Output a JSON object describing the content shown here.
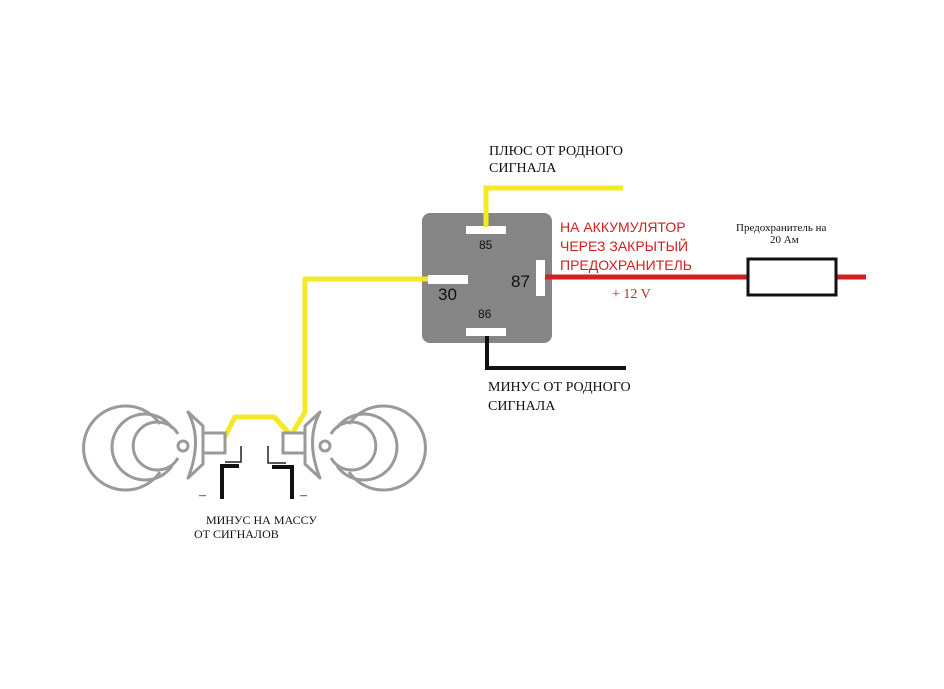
{
  "relay": {
    "pin_85": "85",
    "pin_86": "86",
    "pin_87": "87",
    "pin_30": "30"
  },
  "labels": {
    "plus_line1": "ПЛЮС ОТ РОДНОГО",
    "plus_line2": "СИГНАЛА",
    "battery_line1": "НА АККУМУЛЯТОР",
    "battery_line2": "ЧЕРЕЗ ЗАКРЫТЫЙ",
    "battery_line3": "ПРЕДОХРАНИТЕЛЬ",
    "voltage": "+ 12 V",
    "fuse_line1": "Предохранитель на",
    "fuse_line2": "20 Ам",
    "minus_line1": "МИНУС ОТ РОДНОГО",
    "minus_line2": "СИГНАЛА",
    "ground_line1": "МИНУС НА МАССУ",
    "ground_line2": "ОТ СИГНАЛОВ",
    "minus_sign_left": "–",
    "minus_sign_right": "–"
  },
  "colors": {
    "relay_body": "#858585",
    "pin": "#ffffff",
    "positive_wire": "#f5e826",
    "battery_wire": "#d42020",
    "negative_wire": "#111111",
    "battery_text": "#d42020",
    "horn": "#9a9a9a"
  }
}
